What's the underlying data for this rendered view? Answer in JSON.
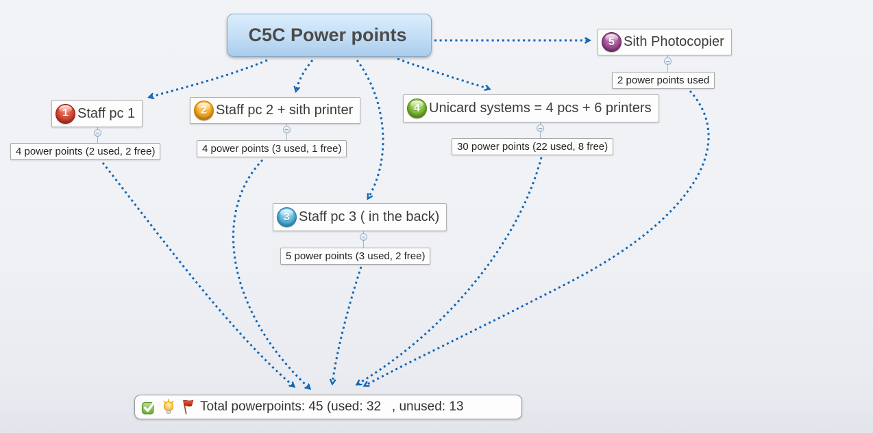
{
  "topics": {
    "root": {
      "label": "C5C Power points"
    },
    "pc1": {
      "badge": "1",
      "label": "Staff pc 1",
      "callout": "4 power points (2 used, 2 free)"
    },
    "pc2": {
      "badge": "2",
      "label": "Staff pc 2 + sith printer",
      "callout": "4 power points (3 used, 1 free)"
    },
    "pc3": {
      "badge": "3",
      "label": "Staff pc 3 ( in the back)",
      "callout": "5 power points (3 used, 2 free)"
    },
    "unicard": {
      "badge": "4",
      "label": "Unicard systems = 4 pcs + 6 printers",
      "callout": "30 power points (22 used, 8 free)"
    },
    "sith": {
      "badge": "5",
      "label": "Sith Photocopier",
      "callout": "2 power points used"
    },
    "total": {
      "label": "Total powerpoints: 45 (used: 32   , unused: 13",
      "icons": [
        "check-icon",
        "lightbulb-icon",
        "flag-icon"
      ]
    }
  },
  "colors": {
    "edge": "#1266b5",
    "badge_1": "#d8442e",
    "badge_2": "#f6a51f",
    "badge_3": "#4fb3dc",
    "badge_4": "#7ab82e",
    "badge_5": "#9f4f94",
    "root_fill_top": "#dbeefd",
    "root_fill_bottom": "#a9ccec",
    "background": "#eff1f5"
  }
}
